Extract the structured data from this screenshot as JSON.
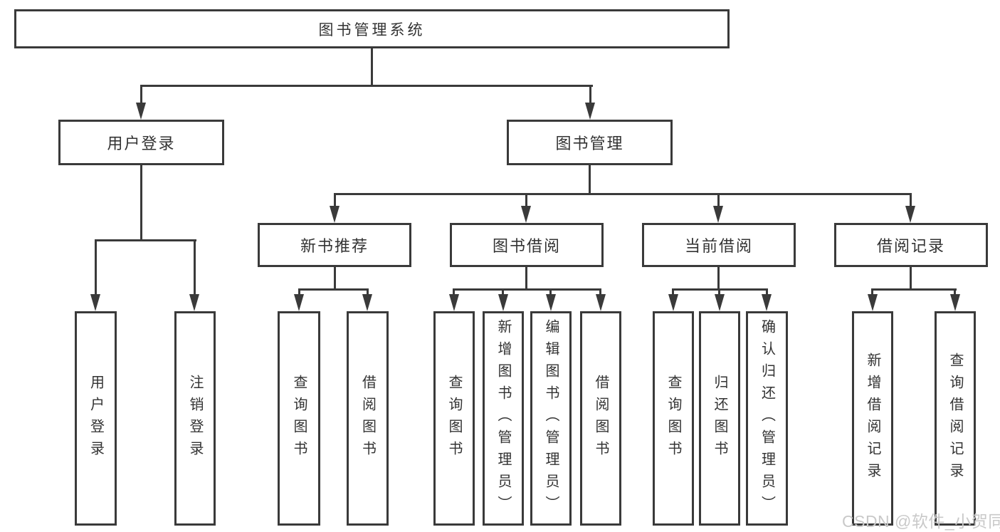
{
  "diagram": {
    "root": "图书管理系统",
    "children": [
      {
        "label": "用户登录",
        "children": [
          "用户登录",
          "注销登录"
        ]
      },
      {
        "label": "图书管理",
        "children": [
          {
            "label": "新书推荐",
            "children": [
              "查询图书",
              "借阅图书"
            ]
          },
          {
            "label": "图书借阅",
            "children": [
              "查询图书",
              "新增图书（管理员）",
              "编辑图书（管理员）",
              "借阅图书"
            ]
          },
          {
            "label": "当前借阅",
            "children": [
              "查询图书",
              "归还图书",
              "确认归还（管理员）"
            ]
          },
          {
            "label": "借阅记录",
            "children": [
              "新增借阅记录",
              "查询借阅记录"
            ]
          }
        ]
      }
    ]
  },
  "watermark": "CSDN @软件_小贺同学",
  "colors": {
    "line": "#3a3a3a",
    "text": "#333333",
    "watermark": "#c9c9c9",
    "background": "#ffffff"
  }
}
